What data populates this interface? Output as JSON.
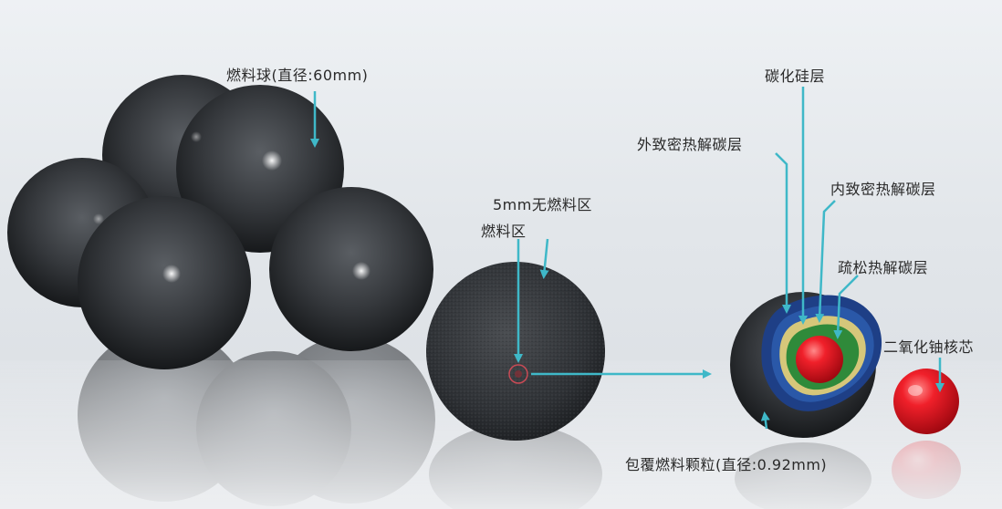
{
  "labels": {
    "fuel_ball": "燃料球(直径:60mm)",
    "fuel_free_zone": "5mm无燃料区",
    "fuel_zone": "燃料区",
    "silicon_carbide": "碳化硅层",
    "outer_pyc": "外致密热解碳层",
    "inner_pyc": "内致密热解碳层",
    "buffer_pyc": "疏松热解碳层",
    "uo2_kernel": "二氧化铀核芯",
    "coated_particle": "包覆燃料颗粒(直径:0.92mm)"
  },
  "colors": {
    "arrow": "#3fb8c8",
    "ball": "#2b2e31",
    "kernel": "#e8202a",
    "silicon_carbide_layer": "#1e3f86",
    "inner_pyc_layer": "#d6c77a",
    "buffer_layer": "#2f8a3a"
  }
}
